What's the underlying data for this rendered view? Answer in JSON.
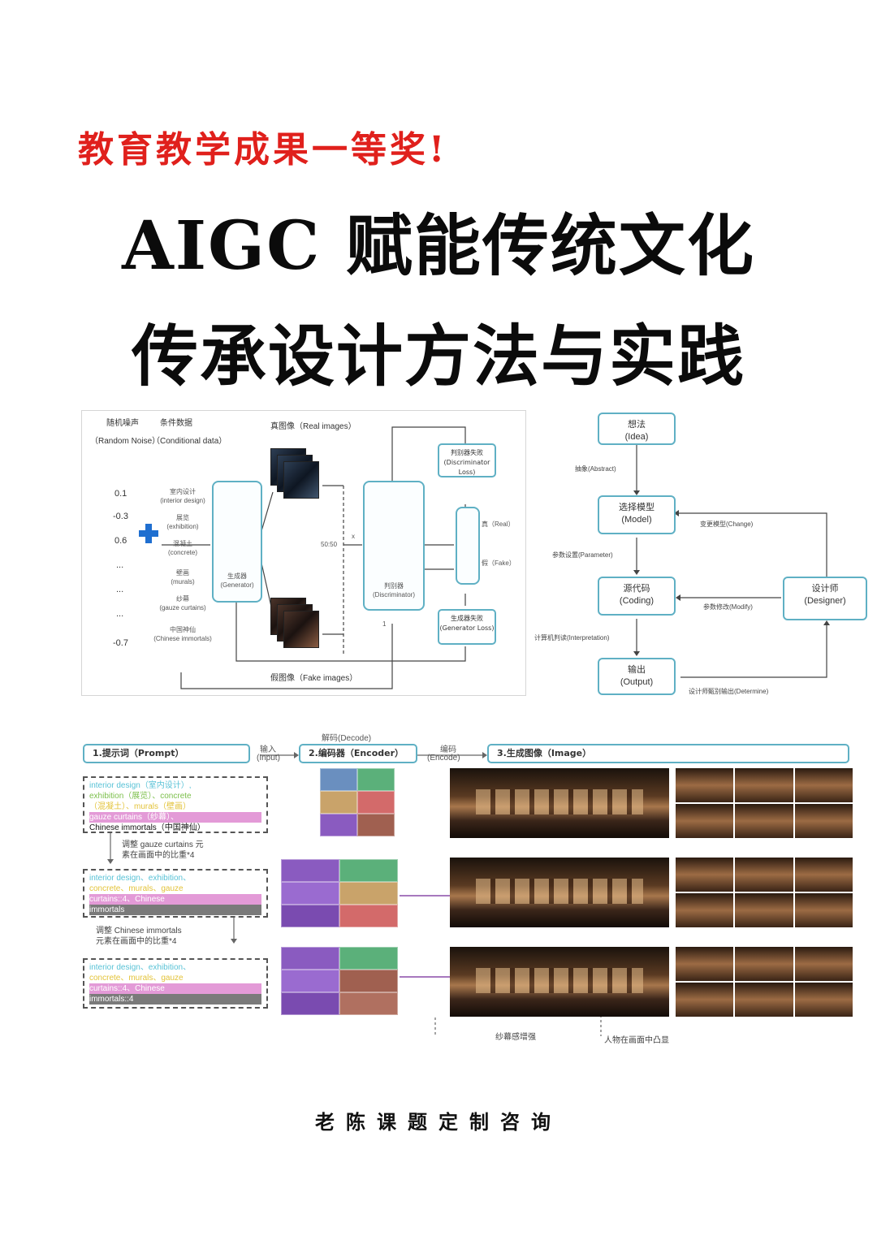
{
  "header": {
    "award": "教育教学成果一等奖!",
    "title_line1": "AIGC  赋能传统文化",
    "title_line2": "传承设计方法与实践"
  },
  "gan_diagram": {
    "noise_label_cn": "随机噪声",
    "noise_label_en": "（Random Noise）",
    "cond_label_cn": "条件数据",
    "cond_label_en": "（Conditional data）",
    "noise_values": [
      "0.1",
      "-0.3",
      "0.6",
      "...",
      "...",
      "...",
      "-0.7"
    ],
    "conditions": [
      {
        "cn": "室内设计",
        "en": "(interior design)"
      },
      {
        "cn": "展览",
        "en": "(exhibition)"
      },
      {
        "cn": "混凝土",
        "en": "(concrete)"
      },
      {
        "cn": "壁画",
        "en": "(murals)"
      },
      {
        "cn": "纱幕",
        "en": "(gauze curtains)"
      },
      {
        "cn": "中国神仙",
        "en": "(Chinese immortals)"
      }
    ],
    "generator_cn": "生成器",
    "generator_en": "(Generator)",
    "real_images": "真图像（Real images）",
    "fake_images": "假图像（Fake images）",
    "ratio": "50:50",
    "x_label": "x",
    "y_label": "1",
    "discriminator_cn": "判别器",
    "discriminator_en": "(Discriminator)",
    "real_label": "真（Real）",
    "fake_label": "假（Fake）",
    "disc_loss_cn": "判别器失败",
    "disc_loss_en": "(Discriminator Loss)",
    "gen_loss_cn": "生成器失败",
    "gen_loss_en": "(Generator Loss)",
    "colors": {
      "real": "#1f9e5a",
      "fake": "#e85a2a",
      "border": "#5fb0c4"
    }
  },
  "flowchart": {
    "idea": {
      "cn": "想法",
      "en": "(Idea)"
    },
    "model": {
      "cn": "选择模型",
      "en": "(Model)"
    },
    "coding": {
      "cn": "源代码",
      "en": "(Coding)"
    },
    "output": {
      "cn": "输出",
      "en": "(Output)"
    },
    "designer": {
      "cn": "设计师",
      "en": "(Designer)"
    },
    "abstract": "抽象(Abstract)",
    "parameter": "参数设置(Parameter)",
    "interpretation": "计算机判读(Interpretation)",
    "change": "变更模型(Change)",
    "modify": "参数修改(Modify)",
    "determine": "设计师甄别输出(Determine)"
  },
  "pipeline": {
    "step1": "1.提示词（Prompt）",
    "step2": "2.编码器（Encoder）",
    "step3": "3.生成图像（Image）",
    "input_cn": "输入",
    "input_en": "(Input)",
    "decode": "解码(Decode)",
    "encode_cn": "编码",
    "encode_en": "(Encode)",
    "prompt1": {
      "line1": "interior design（室内设计）,",
      "line2": "exhibition（展览）、concrete",
      "line3": "（混凝土）、murals（壁画）",
      "line4": "gauze curtains（纱幕）、",
      "line5": "Chinese immortals（中国神仙）"
    },
    "adjust1_line1": "调整 gauze curtains 元",
    "adjust1_line2": "素在画面中的比重*4",
    "prompt2": {
      "line1": "interior design、exhibition、",
      "line2": "concrete、murals、gauze",
      "line3": "curtains::4、Chinese",
      "line4": "immortals"
    },
    "adjust2_line1": "调整 Chinese immortals",
    "adjust2_line2": "元素在画面中的比重*4",
    "prompt3": {
      "line1": "interior design、exhibition、",
      "line2": "concrete、murals、gauze",
      "line3": "curtains::4、Chinese",
      "line4": "immortals::4"
    },
    "note1": "纱幕感增强",
    "note2": "人物在画面中凸显"
  },
  "footer": "老陈课题定制咨询"
}
